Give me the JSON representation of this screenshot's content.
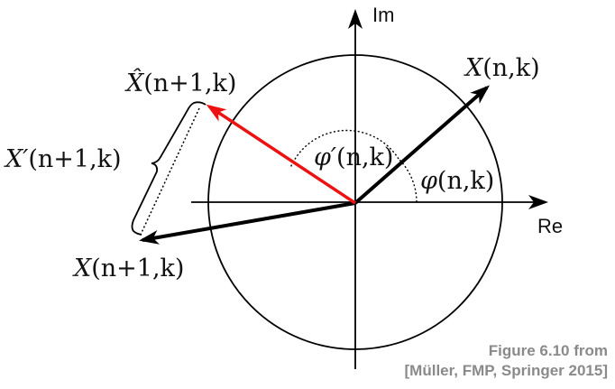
{
  "diagram": {
    "axes": {
      "real_label": "Re",
      "imag_label": "Im"
    },
    "vectors": {
      "current": {
        "label_main": "X",
        "label_args": "(n,k)",
        "color": "#000000"
      },
      "next": {
        "label_main": "X",
        "label_args": "(n+1,k)",
        "color": "#000000"
      },
      "estimate": {
        "label_main": "X̂",
        "label_args": "(n+1,k)",
        "color": "#ee1111"
      }
    },
    "angles": {
      "phase": {
        "label_main": "φ",
        "label_args": "(n,k)"
      },
      "phase_prime": {
        "label_main": "φ′",
        "label_args": "(n,k)"
      }
    },
    "difference": {
      "label_main": "X′",
      "label_args": "(n+1,k)"
    }
  },
  "caption": {
    "line1": "Figure 6.10 from",
    "line2": "[Müller, FMP, Springer 2015]",
    "color": "#8a8a8a"
  }
}
